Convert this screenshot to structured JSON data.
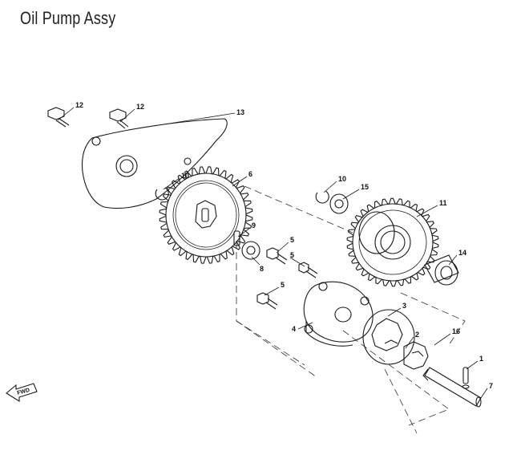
{
  "title": "Oil Pump Assy",
  "fwd_label": "FWD",
  "callouts": [
    "12",
    "12",
    "13",
    "10",
    "6",
    "9",
    "8",
    "5",
    "5",
    "5",
    "4",
    "3",
    "2",
    "1",
    "7",
    "16",
    "10",
    "15",
    "11",
    "14"
  ]
}
